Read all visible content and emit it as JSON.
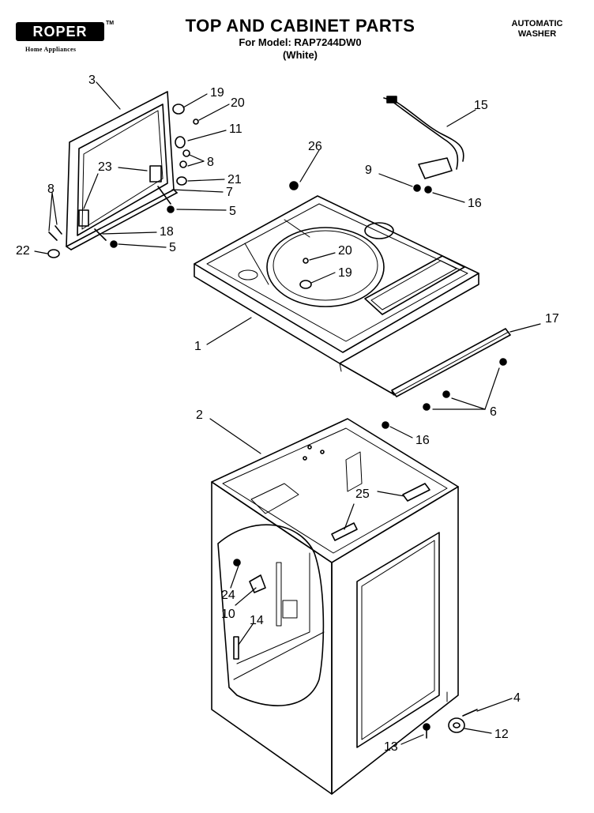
{
  "brand": {
    "logo": "ROPER",
    "tm": "TM",
    "tagline": "Home Appliances"
  },
  "header": {
    "title": "TOP AND CABINET PARTS",
    "model_line": "For Model: RAP7244DW0",
    "color_line": "(White)",
    "type_line1": "AUTOMATIC",
    "type_line2": "WASHER"
  },
  "callouts": {
    "c1": "1",
    "c2": "2",
    "c3": "3",
    "c4": "4",
    "c5a": "5",
    "c5b": "5",
    "c6": "6",
    "c7": "7",
    "c8a": "8",
    "c8b": "8",
    "c9": "9",
    "c10": "10",
    "c11": "11",
    "c12": "12",
    "c13": "13",
    "c14": "14",
    "c15": "15",
    "c16a": "16",
    "c16b": "16",
    "c17": "17",
    "c18": "18",
    "c19a": "19",
    "c19b": "19",
    "c20a": "20",
    "c20b": "20",
    "c21": "21",
    "c22": "22",
    "c23": "23",
    "c24": "24",
    "c25": "25",
    "c26": "26"
  }
}
